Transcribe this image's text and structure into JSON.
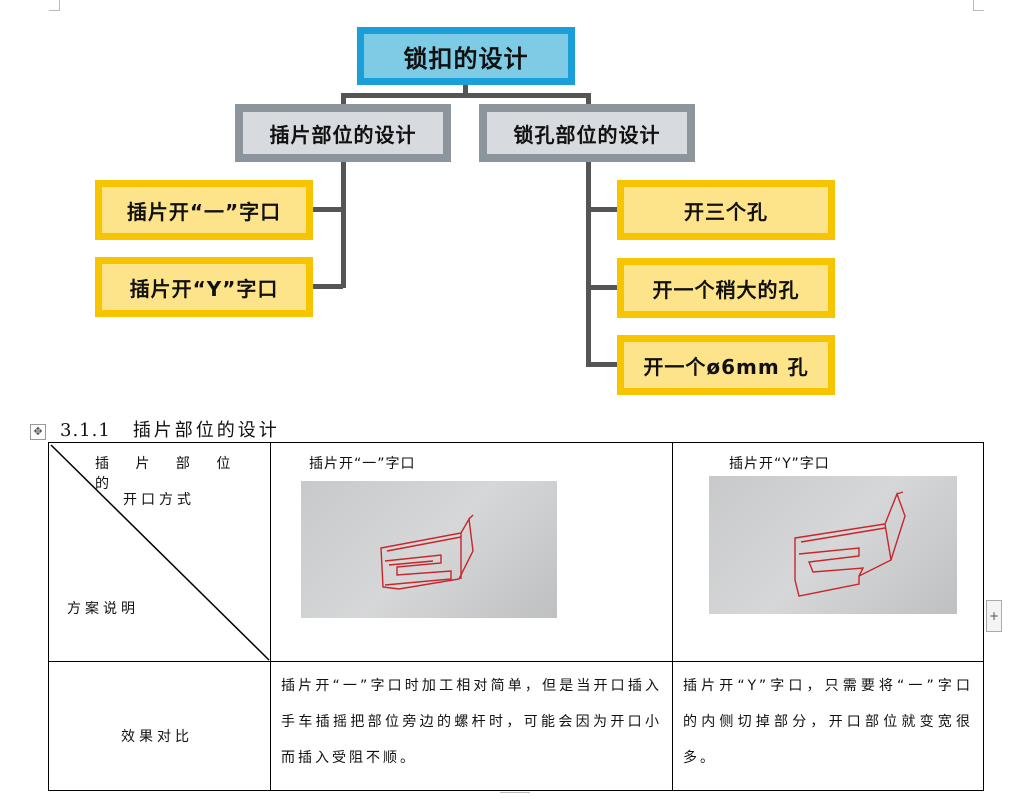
{
  "org_chart": {
    "root": "锁扣的设计",
    "left_branch": {
      "title": "插片部位的设计",
      "children": [
        "插片开“一”字口",
        "插片开“Y”字口"
      ]
    },
    "right_branch": {
      "title": "锁孔部位的设计",
      "children": [
        "开三个孔",
        "开一个稍大的孔",
        "开一个ø6mm 孔"
      ]
    }
  },
  "section": {
    "number": "3.1.1",
    "title": "插片部位的设计"
  },
  "table": {
    "corner_top": "插 片 部 位 的",
    "corner_middle": "开口方式",
    "corner_bottom": "方案说明",
    "col1_header": "插片开“一”字口",
    "col2_header": "插片开“Y”字口",
    "row2_label": "效果对比",
    "col1_text": "插片开“一”字口时加工相对简单，但是当开口插入手车插摇把部位旁边的螺杆时，可能会因为开口小而插入受阻不顺。",
    "col2_text": "插片开“Y”字口，只需要将“一”字口的内侧切掉部分，开口部位就变宽很多。"
  },
  "colors": {
    "root_border": "#1a9fd8",
    "root_fill": "#7ecbe6",
    "gray_border": "#8d959c",
    "gray_fill": "#d7dade",
    "yellow_border": "#f6c500",
    "yellow_fill": "#fde48a",
    "sketch_red": "#c8262a"
  },
  "icons": [
    "move-handle-icon",
    "plus-icon"
  ]
}
